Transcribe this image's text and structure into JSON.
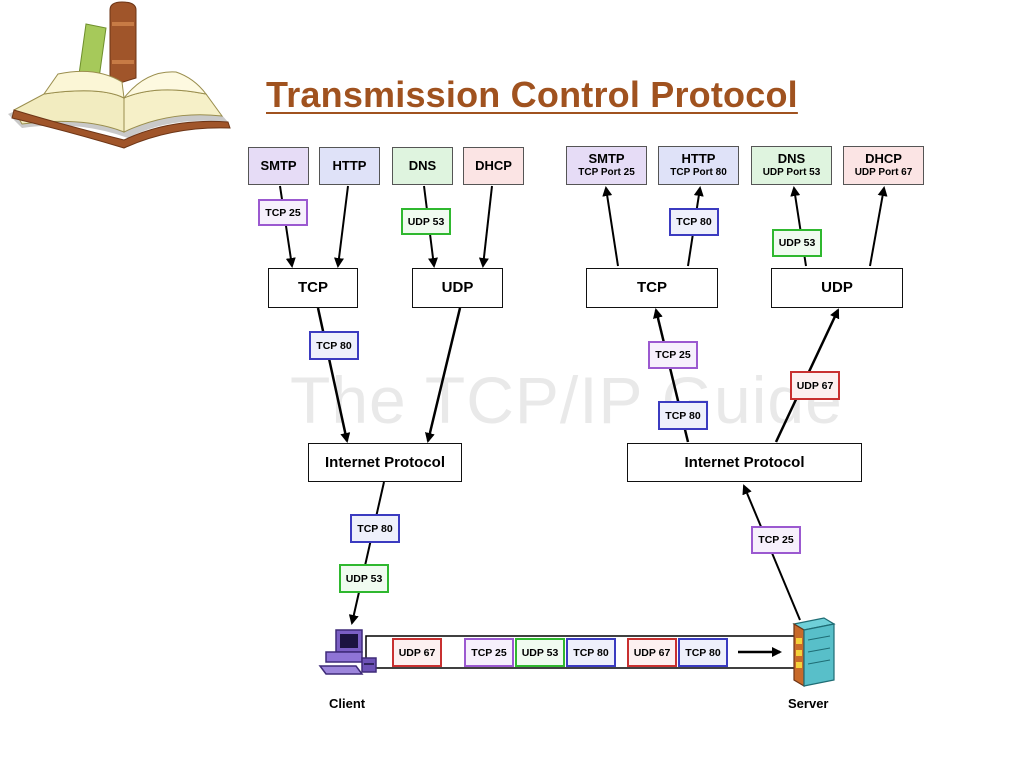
{
  "slide": {
    "title": "Transmission Control Protocol"
  },
  "watermark": "The TCP/IP Guide",
  "left": {
    "apps": {
      "smtp": "SMTP",
      "http": "HTTP",
      "dns": "DNS",
      "dhcp": "DHCP"
    },
    "tcp": "TCP",
    "udp": "UDP",
    "ip": "Internet Protocol",
    "tags": {
      "smtp_tcp": "TCP 25",
      "dns_udp": "UDP 53",
      "tcp_ip": "TCP 80",
      "ip_client_1": "TCP 80",
      "ip_client_2": "UDP 53"
    }
  },
  "right": {
    "apps": {
      "smtp": {
        "name": "SMTP",
        "port": "TCP Port 25"
      },
      "http": {
        "name": "HTTP",
        "port": "TCP Port 80"
      },
      "dns": {
        "name": "DNS",
        "port": "UDP Port 53"
      },
      "dhcp": {
        "name": "DHCP",
        "port": "UDP Port 67"
      }
    },
    "tcp": "TCP",
    "udp": "UDP",
    "ip": "Internet Protocol",
    "tags": {
      "tcp_http": "TCP 80",
      "udp_dns": "UDP 53",
      "ip_tcp_1": "TCP 25",
      "ip_tcp_2": "TCP 80",
      "ip_udp": "UDP 67",
      "server_ip": "TCP 25"
    }
  },
  "link": {
    "packets": [
      "UDP 67",
      "TCP 25",
      "UDP 53",
      "TCP 80",
      "UDP 67",
      "TCP 80"
    ]
  },
  "client_label": "Client",
  "server_label": "Server",
  "colors": {
    "title": "#a0521f",
    "tcp25": "#9b59d0",
    "tcp80": "#3b3bc0",
    "udp53": "#2fb82f",
    "udp67": "#c83030"
  }
}
